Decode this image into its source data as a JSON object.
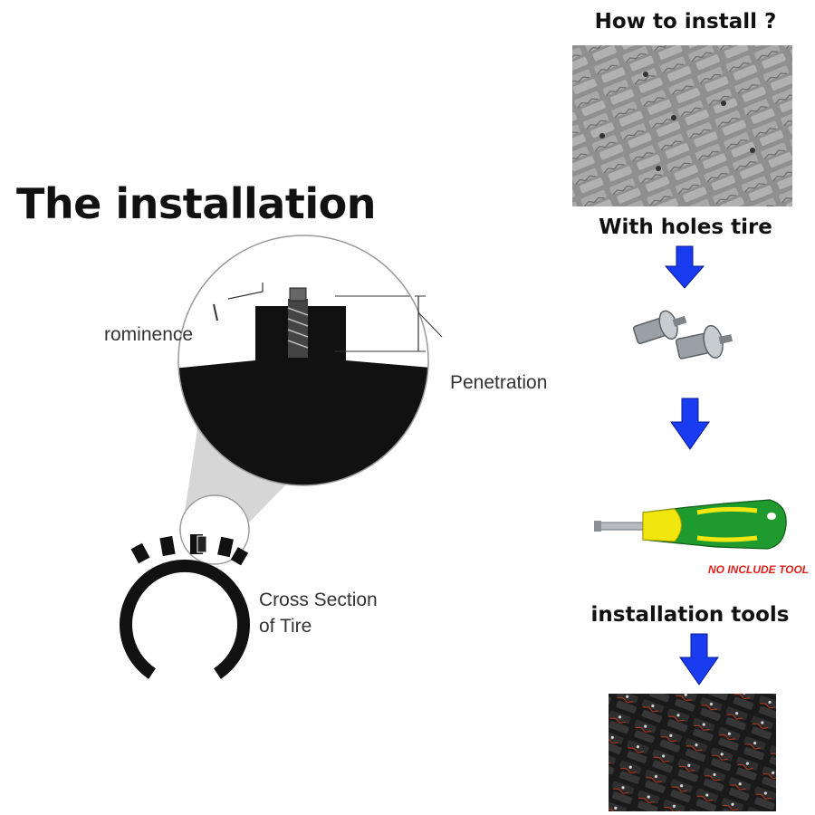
{
  "diagram": {
    "title": "The installation",
    "prominence_label": "rominence",
    "penetration_label": "Penetration",
    "cross_section_label_line1": "Cross Section",
    "cross_section_label_line2": "of Tire"
  },
  "flow": {
    "heading": "How to install ?",
    "step1_label": "With holes tire",
    "step3_label": "installation tools",
    "tool_note": "NO INCLUDE TOOL"
  },
  "colors": {
    "arrow_blue": "#1a3cf0",
    "note_red": "#e0201c",
    "handle_green": "#1f9a2e",
    "handle_yellow": "#f2e60f"
  }
}
